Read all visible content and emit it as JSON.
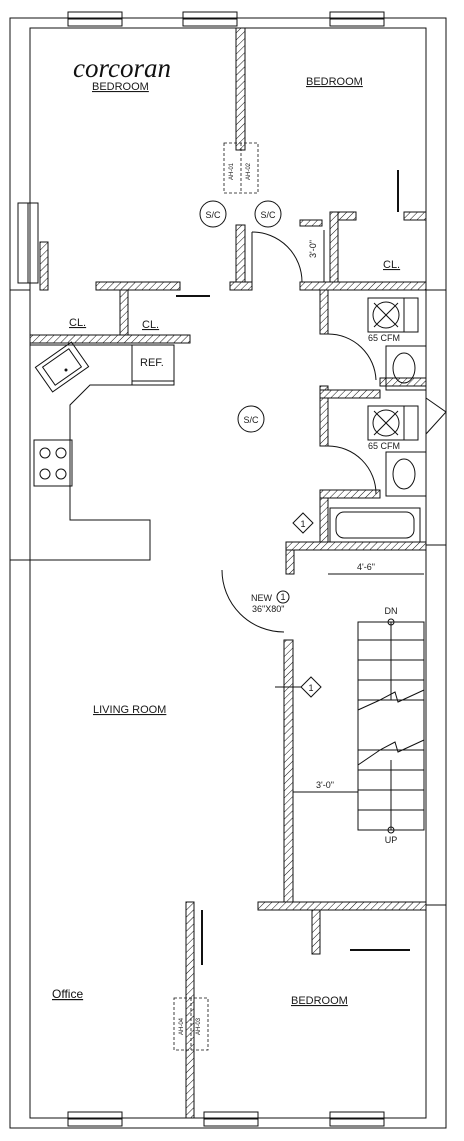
{
  "brand": {
    "logo_text": "corcoran"
  },
  "rooms": {
    "bedroom_top_left": "BEDROOM",
    "bedroom_top_right": "BEDROOM",
    "closet_top_right": "CL.",
    "closet_left_1": "CL.",
    "closet_left_2": "CL.",
    "refrigerator": "REF.",
    "living_room": "LIVING ROOM",
    "bedroom_bottom": "BEDROOM",
    "office": "Office"
  },
  "symbols": {
    "smoke_co_1": "S/C",
    "smoke_co_2": "S/C",
    "smoke_co_3": "S/C",
    "keynote_1": "1",
    "keynote_2": "1",
    "door_tag": "1"
  },
  "fans": {
    "fan_1": "65 CFM",
    "fan_2": "65 CFM"
  },
  "dimensions": {
    "closet_door": "3'-0\"",
    "bath_width": "4'-6\"",
    "stair_width": "3'-0\""
  },
  "door": {
    "new_label": "NEW",
    "size": "36\"X80\""
  },
  "stairs": {
    "down": "DN",
    "up": "UP"
  },
  "air_handlers": {
    "ah01": "AH-01",
    "ah02": "AH-02",
    "ah03": "AH-03",
    "ah04": "AH-04"
  }
}
